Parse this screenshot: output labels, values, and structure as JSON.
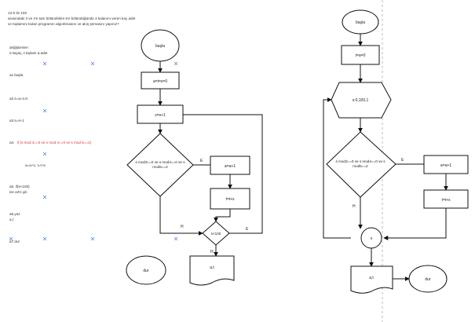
{
  "title": {
    "line1": "13-0 ile 100",
    "line2": "arasındaki 3 ve 4'e tam bölünebilen 5'e bölündüğünde 2 kalanını veren kaç adet",
    "line3": "ve toplamını bulan programın algoritmasını ve akış şemasını yapınız?"
  },
  "notes": {
    "degiskenler": "değişkenler:",
    "degiskenler_list": "s:sayaç,  t:toplam a:adet",
    "a1": "a1.başla",
    "a2": "a2.s=a=t=0",
    "a3": "a3.s=s+1",
    "a4": "a4. if (s mod 3==0 ve s mod 4==0 ve s mod 5==2)",
    "a4_then": "a=a+1, t=t+s",
    "a5": "a5. if(s<100)",
    "a5_then": "ise a3'e git.",
    "a6": "a6.yaz",
    "a6_vals": "a,t",
    "a7": "a7.dur"
  },
  "flow1": {
    "start": "başla",
    "init": "a=t=s=0",
    "inc": "s=s+1",
    "cond1": "s mod3==0 ve s mod4==0 ve s mod5==2",
    "cond1_yes": "E",
    "cond1_no": "H",
    "add": "a=a+1",
    "sum": "t=t+s",
    "cond2": "s<100",
    "cond2_yes": "E",
    "cond2_no": "H",
    "out": "a,t",
    "end": "dur"
  },
  "flow2": {
    "start": "başla",
    "init": "t=a=0",
    "loop": "s:0,100,1",
    "cond1": "s mod3==0 ve s mod4==0 ve s mod5==2",
    "cond1_yes": "E",
    "cond1_no": "H",
    "add": "a=a+1",
    "sum": "t=t+s",
    "connector": "s",
    "out": "a,t",
    "end": "dur"
  },
  "colors": {
    "grid_marker": "#3a78d8",
    "highlight_text": "#e03030",
    "stroke": "#111111"
  }
}
